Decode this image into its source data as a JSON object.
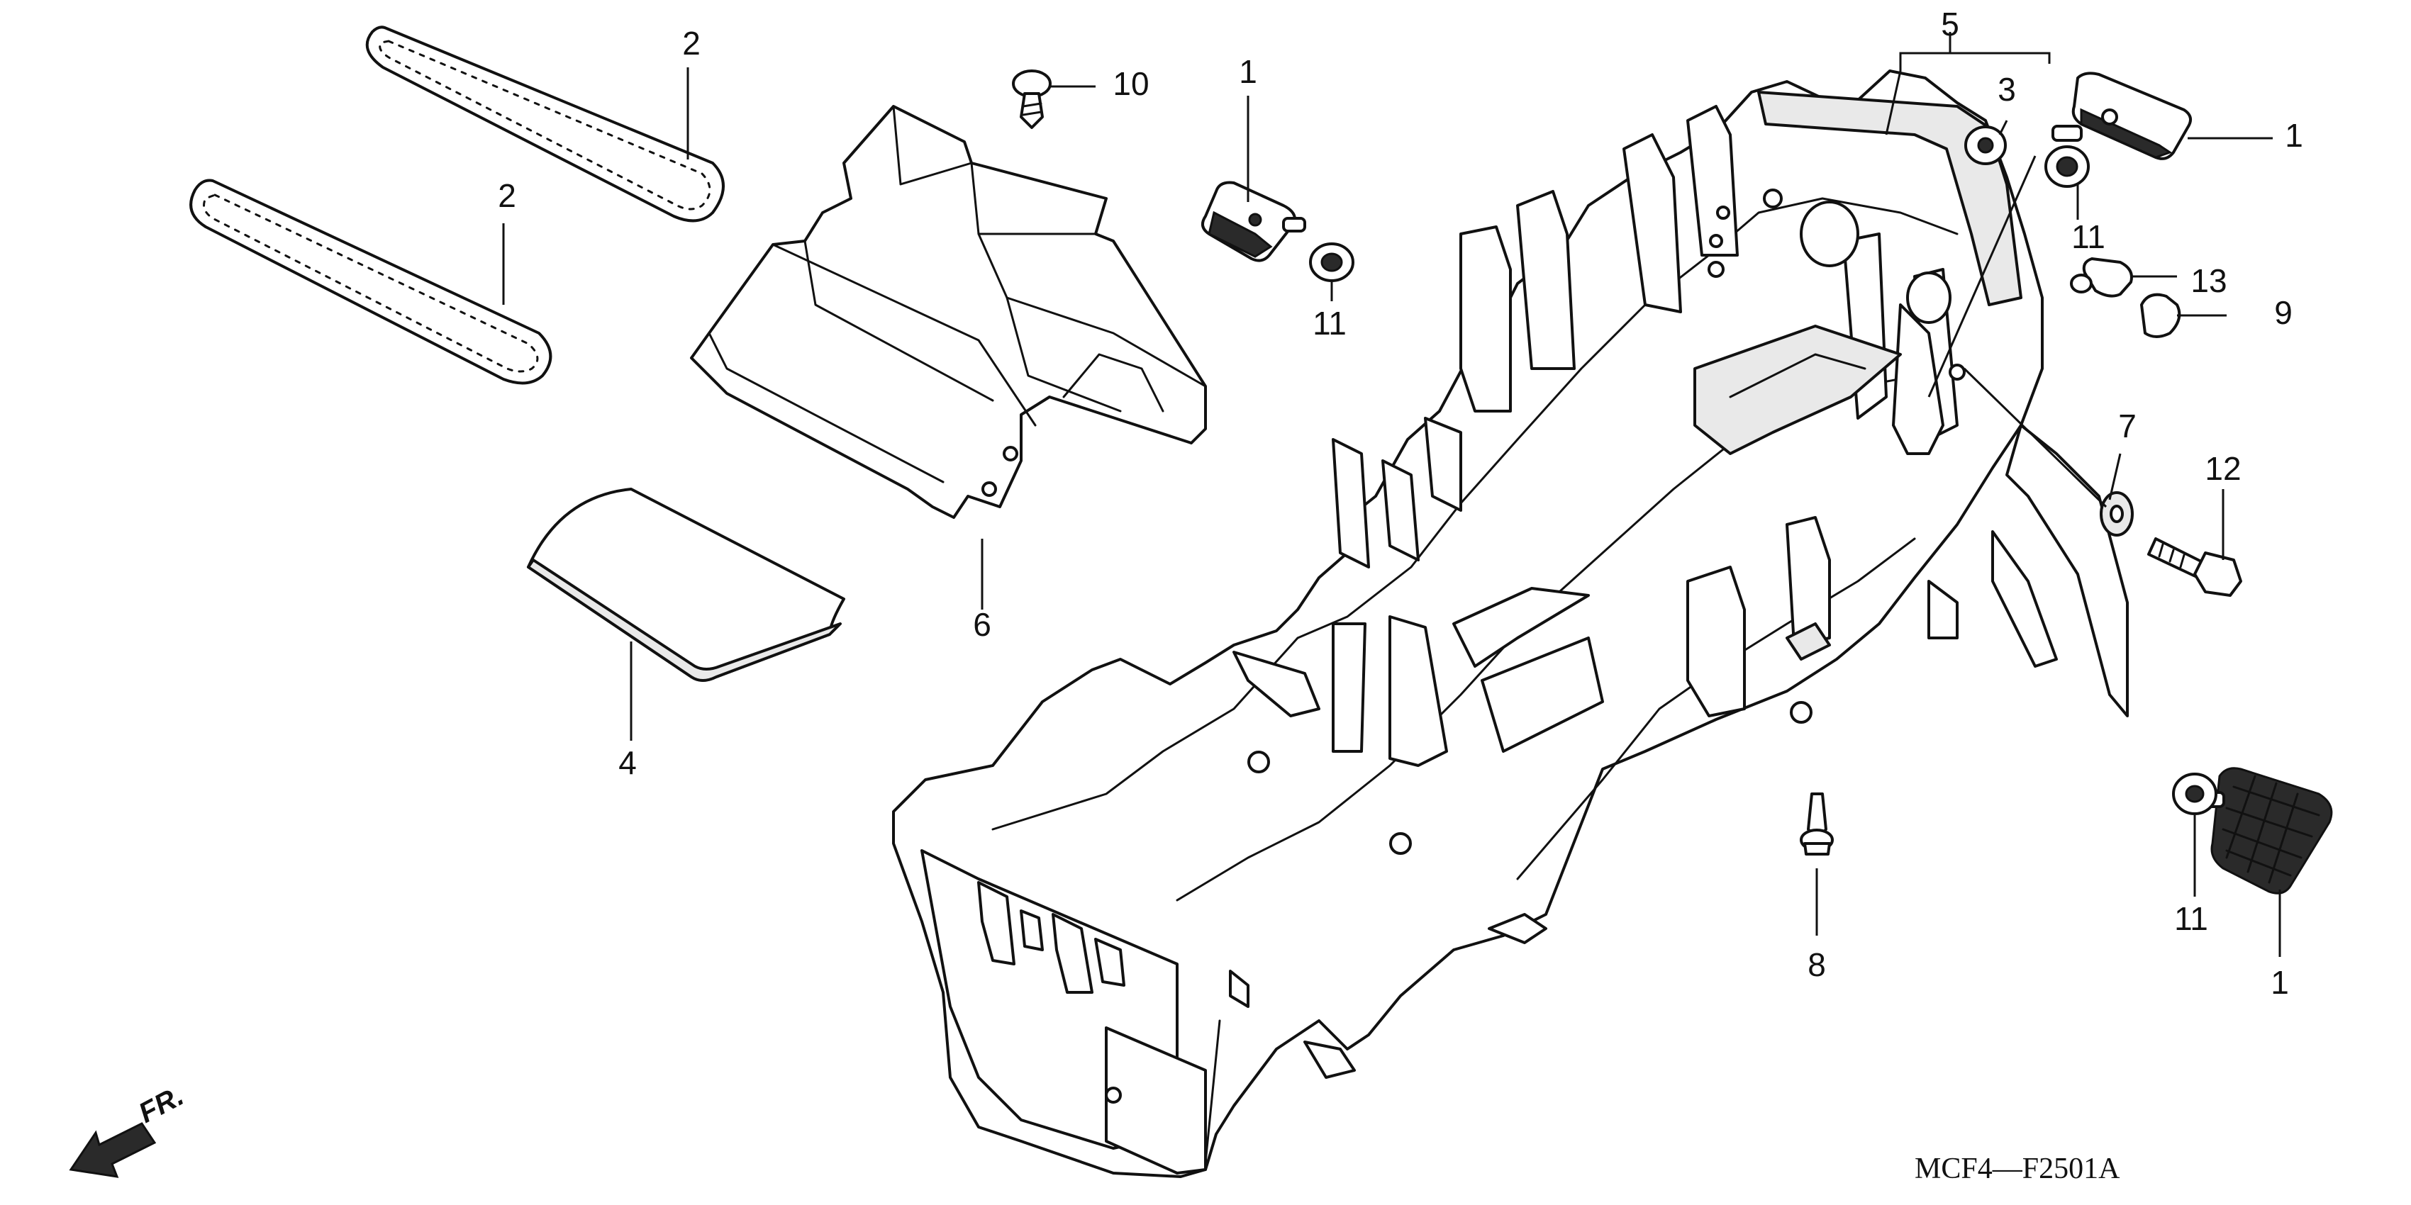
{
  "diagram_code": "MCF4—F2501A",
  "direction_label": "FR.",
  "callouts": [
    {
      "id": "c1a",
      "number": "1"
    },
    {
      "id": "c1b",
      "number": "1"
    },
    {
      "id": "c1c",
      "number": "1"
    },
    {
      "id": "c2a",
      "number": "2"
    },
    {
      "id": "c2b",
      "number": "2"
    },
    {
      "id": "c3",
      "number": "3"
    },
    {
      "id": "c4",
      "number": "4"
    },
    {
      "id": "c5",
      "number": "5"
    },
    {
      "id": "c6",
      "number": "6"
    },
    {
      "id": "c7",
      "number": "7"
    },
    {
      "id": "c8",
      "number": "8"
    },
    {
      "id": "c9",
      "number": "9"
    },
    {
      "id": "c10",
      "number": "10"
    },
    {
      "id": "c11a",
      "number": "11"
    },
    {
      "id": "c11b",
      "number": "11"
    },
    {
      "id": "c11c",
      "number": "11"
    },
    {
      "id": "c12",
      "number": "12"
    },
    {
      "id": "c13",
      "number": "13"
    }
  ]
}
